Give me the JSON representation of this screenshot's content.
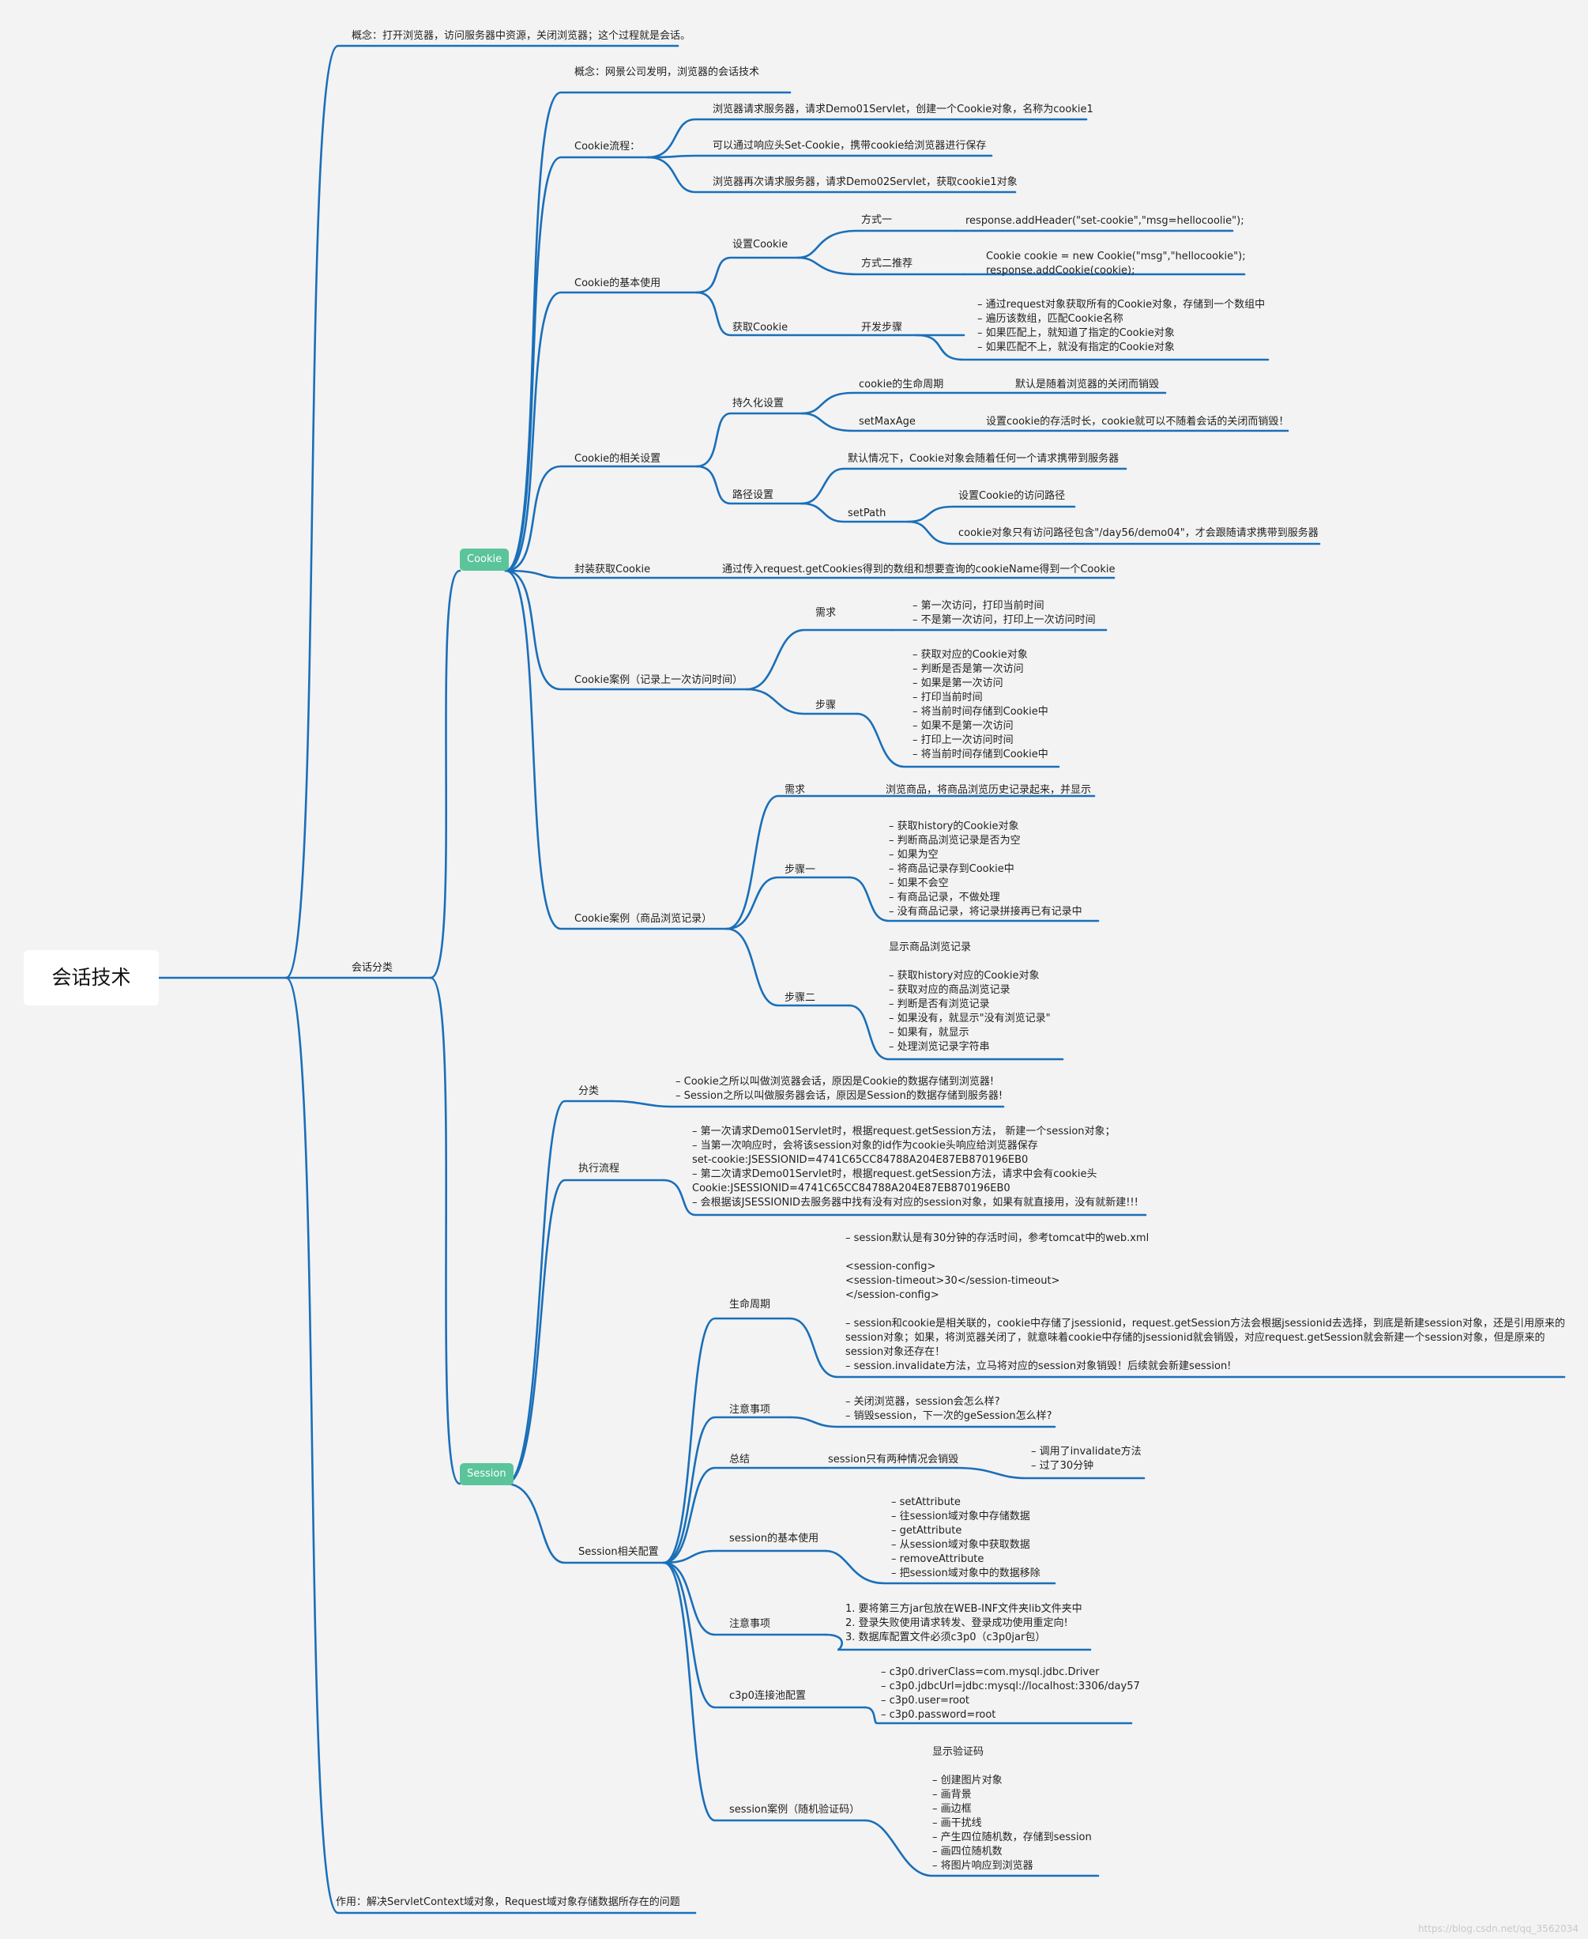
{
  "root": "会话技术",
  "concept": "概念：打开浏览器，访问服务器中资源，关闭浏览器；这个过程就是会话。",
  "category": "会话分类",
  "purpose": "作用：解决ServletContext域对象，Request域对象存储数据所存在的问题",
  "cookie": {
    "label": "Cookie",
    "concept": "概念：网景公司发明，浏览器的会话技术",
    "flow": {
      "label": "Cookie流程：",
      "step1": "浏览器请求服务器，请求Demo01Servlet，创建一个Cookie对象，名称为cookie1",
      "step2": "可以通过响应头Set-Cookie，携带cookie给浏览器进行保存",
      "step3": "浏览器再次请求服务器，请求Demo02Servlet，获取cookie1对象"
    },
    "basic": {
      "label": "Cookie的基本使用",
      "set_label": "设置Cookie",
      "way1_label": "方式一",
      "way1_code": "response.addHeader(\"set-cookie\",\"msg=hellocoolie\");",
      "way2_label": "方式二推荐",
      "way2_code": "Cookie cookie = new Cookie(\"msg\",\"hellocookie\");\nresponse.addCookie(cookie);",
      "get_label": "获取Cookie",
      "dev_label": "开发步骤",
      "dev_steps": "– 通过request对象获取所有的Cookie对象，存储到一个数组中\n– 遍历该数组，匹配Cookie名称\n– 如果匹配上，就知道了指定的Cookie对象\n– 如果匹配不上，就没有指定的Cookie对象"
    },
    "settings": {
      "label": "Cookie的相关设置",
      "persist_label": "持久化设置",
      "lifecycle_label": "cookie的生命周期",
      "lifecycle_text": "默认是随着浏览器的关闭而销毁",
      "maxage_label": "setMaxAge",
      "maxage_text": "设置cookie的存活时长，cookie就可以不随着会话的关闭而销毁！",
      "path_label": "路径设置",
      "path_default": "默认情况下，Cookie对象会随着任何一个请求携带到服务器",
      "setpath_label": "setPath",
      "setpath_text1": "设置Cookie的访问路径",
      "setpath_text2": "cookie对象只有访问路径包含\"/day56/demo04\"，才会跟随请求携带到服务器"
    },
    "wrap": {
      "label": "封装获取Cookie",
      "text": "通过传入request.getCookies得到的数组和想要查询的cookieName得到一个Cookie"
    },
    "case1": {
      "label": "Cookie案例（记录上一次访问时间）",
      "need_label": "需求",
      "need_text": "– 第一次访问，打印当前时间\n– 不是第一次访问，打印上一次访问时间",
      "step_label": "步骤",
      "step_text": "– 获取对应的Cookie对象\n– 判断是否是第一次访问\n– 如果是第一次访问\n– 打印当前时间\n– 将当前时间存储到Cookie中\n– 如果不是第一次访问\n– 打印上一次访问时间\n– 将当前时间存储到Cookie中"
    },
    "case2": {
      "label": "Cookie案例（商品浏览记录）",
      "need_label": "需求",
      "need_text": "浏览商品，将商品浏览历史记录起来，并显示",
      "step1_label": "步骤一",
      "step1_text": "– 获取history的Cookie对象\n– 判断商品浏览记录是否为空\n– 如果为空\n– 将商品记录存到Cookie中\n– 如果不会空\n– 有商品记录，不做处理\n– 没有商品记录，将记录拼接再已有记录中",
      "step2_label": "步骤二",
      "step2_text": "显示商品浏览记录\n\n– 获取history对应的Cookie对象\n– 获取对应的商品浏览记录\n– 判断是否有浏览记录\n– 如果没有，就显示\"没有浏览记录\"\n– 如果有，就显示\n– 处理浏览记录字符串"
    }
  },
  "session": {
    "label": "Session",
    "category": {
      "label": "分类",
      "text": "– Cookie之所以叫做浏览器会话，原因是Cookie的数据存储到浏览器!\n– Session之所以叫做服务器会话，原因是Session的数据存储到服务器!"
    },
    "exec": {
      "label": "执行流程",
      "text": "– 第一次请求Demo01Servlet时，根据request.getSession方法， 新建一个session对象；\n– 当第一次响应时，会将该session对象的id作为cookie头响应给浏览器保存\nset-cookie:JSESSIONID=4741C65CC84788A204E87EB870196EB0\n– 第二次请求Demo01Servlet时，根据request.getSession方法，请求中会有cookie头\nCookie:JSESSIONID=4741C65CC84788A204E87EB870196EB0\n– 会根据该JSESSIONID去服务器中找有没有对应的session对象，如果有就直接用，没有就新建!!!"
    },
    "config": {
      "label": "Session相关配置",
      "life_label": "生命周期",
      "life_text": "– session默认是有30分钟的存活时间，参考tomcat中的web.xml\n\n<session-config>\n<session-timeout>30</session-timeout>\n</session-config>\n\n– session和cookie是相关联的，cookie中存储了jsessionid，request.getSession方法会根据jsessionid去选择，到底是新建session对象，还是引用原来的\nsession对象；如果，将浏览器关闭了，就意味着cookie中存储的jsessionid就会销毁，对应request.getSession就会新建一个session对象，但是原来的\nsession对象还存在！\n– session.invalidate方法，立马将对应的session对象销毁！后续就会新建session!",
      "note1_label": "注意事项",
      "note1_text": "– 关闭浏览器，session会怎么样?\n– 销毁session，下一次的geSession怎么样?",
      "summary_label": "总结",
      "summary_mid": "session只有两种情况会销毁",
      "summary_text": "– 调用了invalidate方法\n– 过了30分钟",
      "basic_label": "session的基本使用",
      "basic_text": "– setAttribute\n– 往session域对象中存储数据\n– getAttribute\n– 从session域对象中获取数据\n– removeAttribute\n– 把session域对象中的数据移除",
      "note2_label": "注意事项",
      "note2_text": "1. 要将第三方jar包放在WEB-INF文件夹lib文件夹中\n2. 登录失败使用请求转发、登录成功使用重定向!\n3. 数据库配置文件必须c3p0（c3p0jar包）",
      "c3p0_label": "c3p0连接池配置",
      "c3p0_text": "– c3p0.driverClass=com.mysql.jdbc.Driver\n– c3p0.jdbcUrl=jdbc:mysql://localhost:3306/day57\n– c3p0.user=root\n– c3p0.password=root",
      "captcha_label": "session案例（随机验证码）",
      "captcha_text": "显示验证码\n\n– 创建图片对象\n– 画背景\n– 画边框\n– 画干扰线\n– 产生四位随机数，存储到session\n– 画四位随机数\n– 将图片响应到浏览器"
    }
  },
  "watermark": "https://blog.csdn.net/qq_3562034"
}
